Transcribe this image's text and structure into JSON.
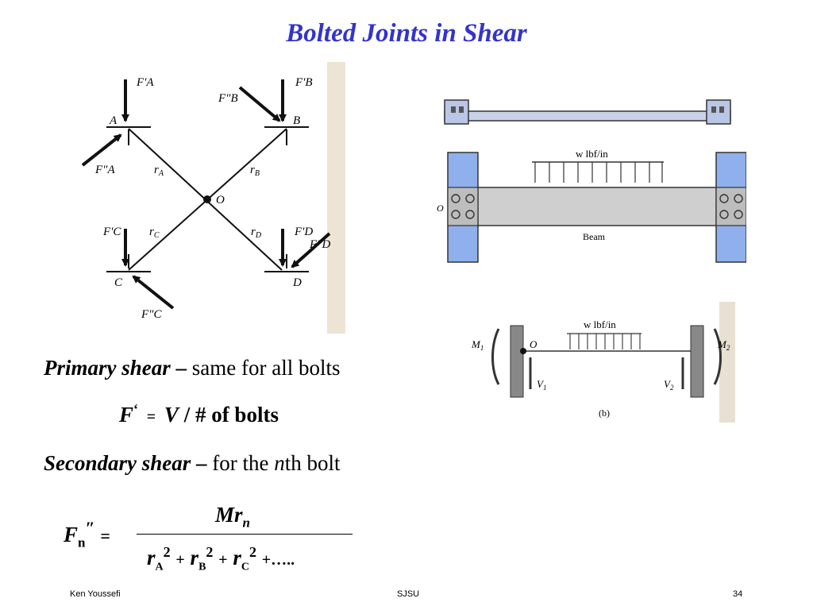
{
  "slide": {
    "title": "Bolted Joints in Shear",
    "primary": {
      "term": "Primary shear",
      "dash": " – ",
      "rest": "same for all bolts"
    },
    "eq1": {
      "lhs": "F",
      "prime": "‘",
      "eq": "=",
      "v": "V",
      "rest": " / # of bolts"
    },
    "secondary": {
      "term": "Secondary  shear",
      "dash": " – ",
      "rest_a": "for the ",
      "n": "n",
      "rest_b": "th bolt"
    },
    "eq2": {
      "lhs": "F",
      "sub": "n",
      "dprime": "″",
      "eq": "=",
      "num": "Mr",
      "num_sub": "n",
      "r": "r",
      "subA": "A",
      "subB": "B",
      "subC": "C",
      "sq": "2",
      "plus": "+",
      "dots": "…..",
      "plus2": "+"
    },
    "footer": {
      "author": "Ken Youssefi",
      "org": "SJSU",
      "page": "34"
    }
  },
  "figure_left": {
    "labels": {
      "FpA": "F'A",
      "FppA": "F\"A",
      "FpB": "F'B",
      "FppB": "F\"B",
      "FpC": "F'C",
      "FppC": "F\"C",
      "FpD": "F'D",
      "FppD": "F\"D",
      "A": "A",
      "B": "B",
      "C": "C",
      "D": "D",
      "O": "O",
      "rA": "r",
      "rAs": "A",
      "rB": "r",
      "rBs": "B",
      "rC": "r",
      "rCs": "C",
      "rD": "r",
      "rDs": "D"
    }
  },
  "figure_right_top": {
    "load": "w lbf/in",
    "o": "O",
    "beam": "Beam"
  },
  "figure_right_bottom": {
    "load": "w lbf/in",
    "o": "O",
    "m1": "M",
    "m1s": "1",
    "m2": "M",
    "m2s": "2",
    "v1": "V",
    "v1s": "1",
    "v2": "V",
    "v2s": "2",
    "caption": "(b)"
  }
}
